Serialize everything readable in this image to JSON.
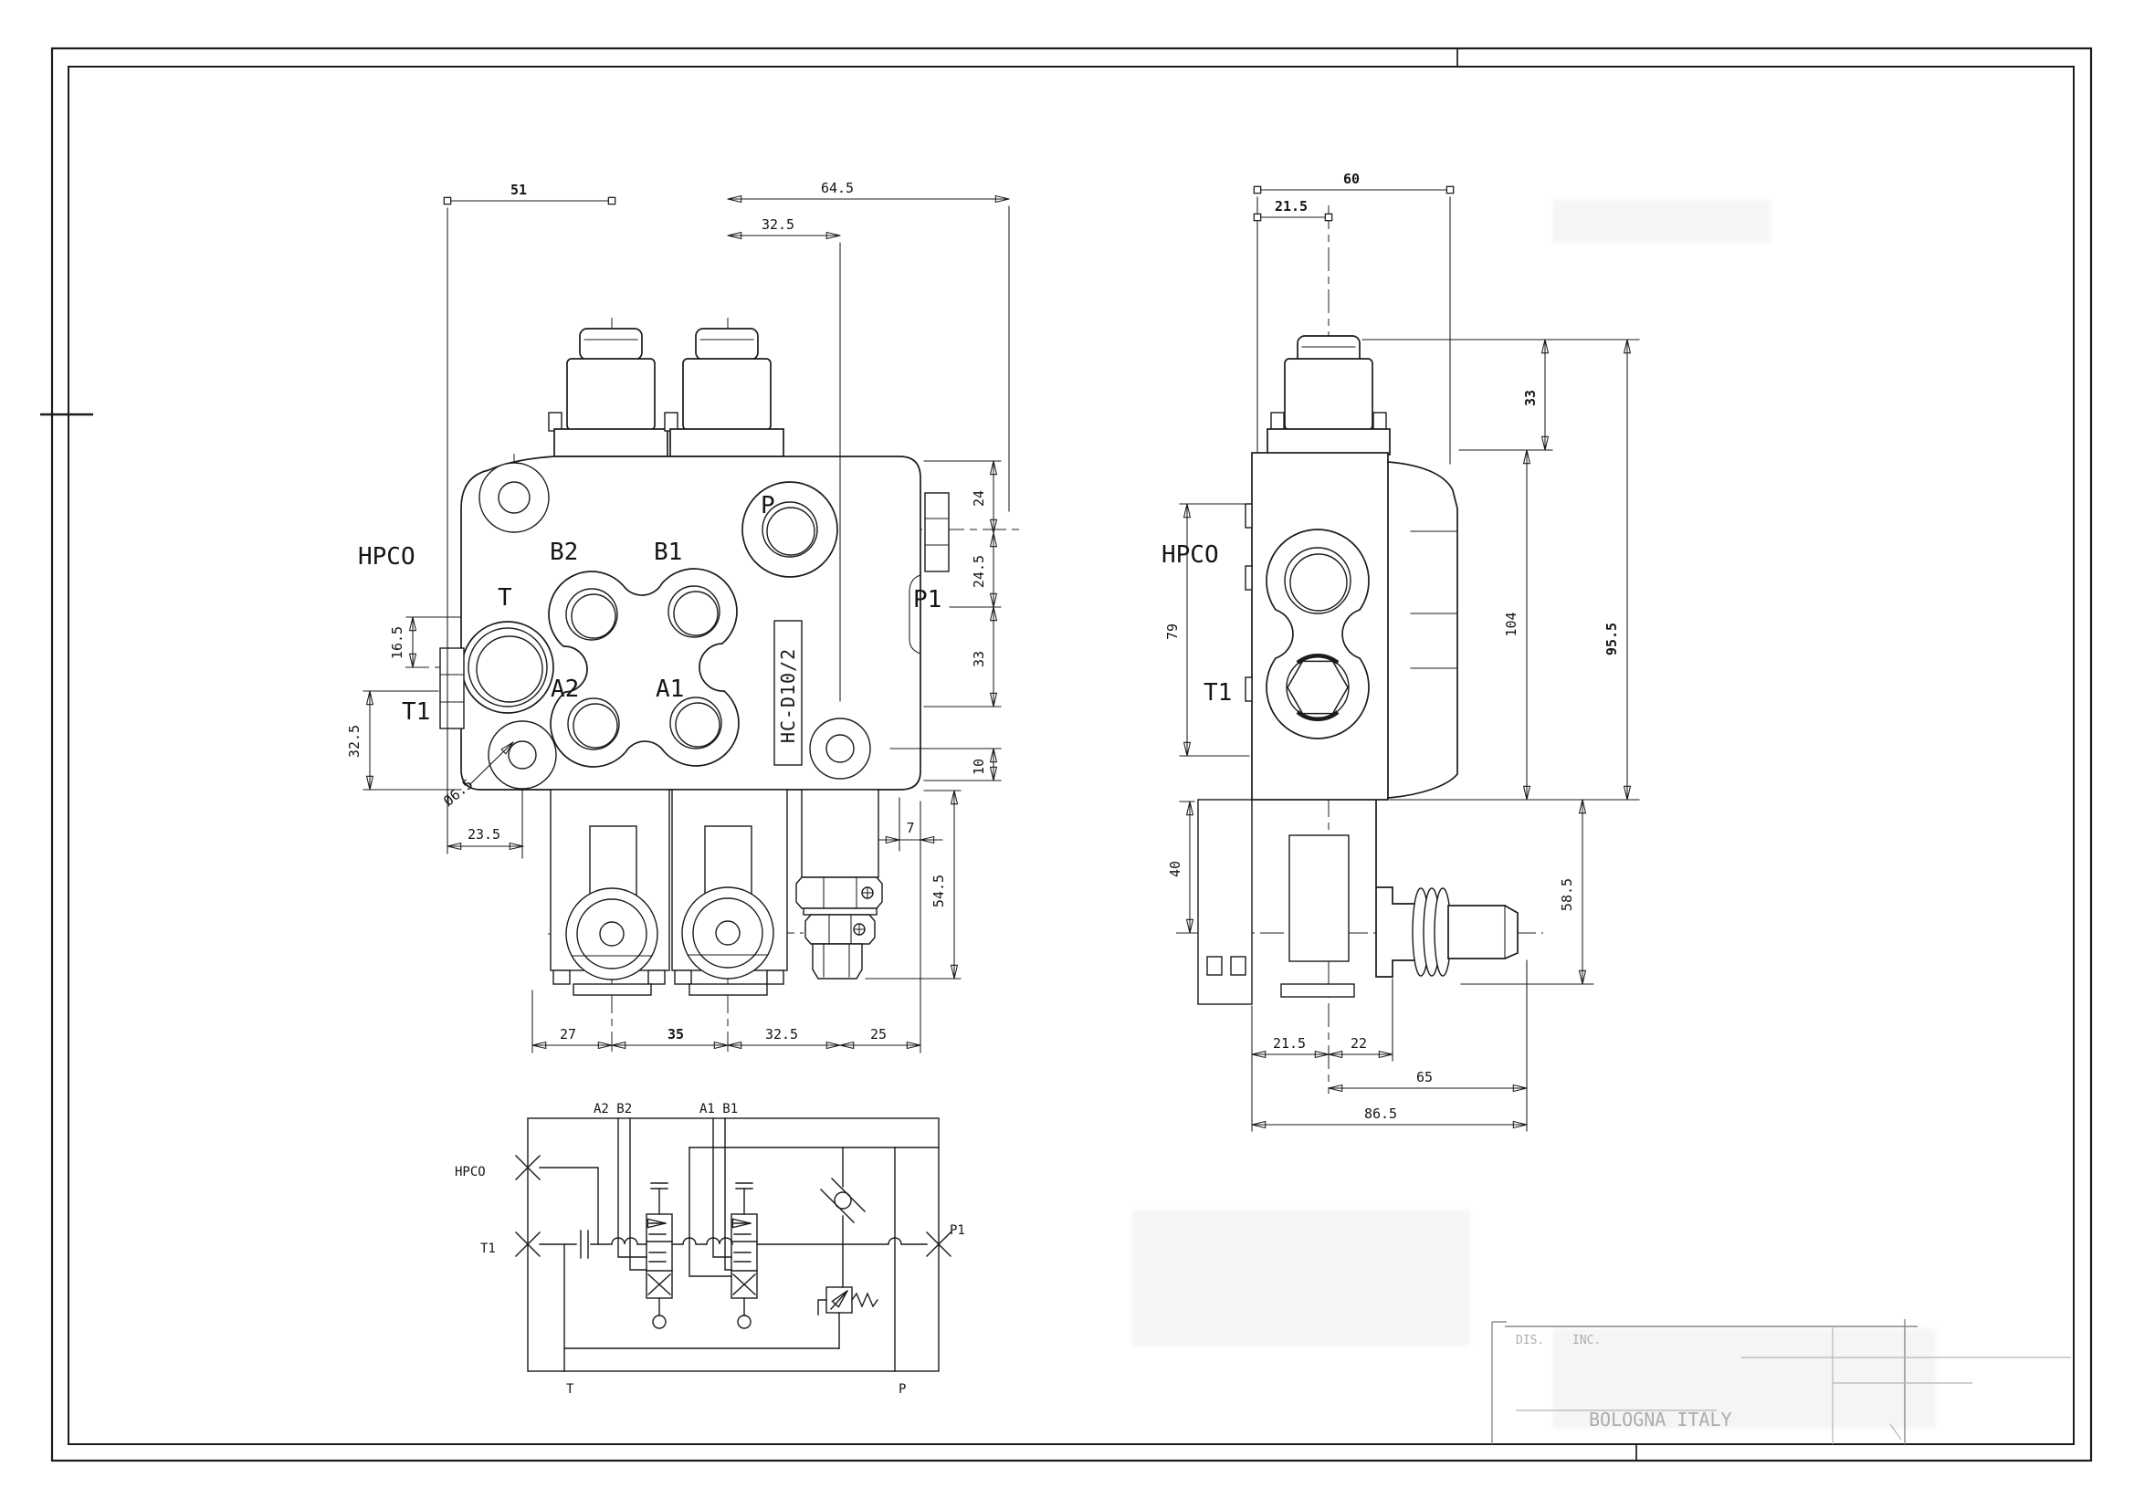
{
  "front_view": {
    "labels": {
      "hpco": "HPCO",
      "t": "T",
      "t1": "T1",
      "b2": "B2",
      "b1": "B1",
      "a2": "A2",
      "a1": "A1",
      "p": "P",
      "p1": "P1"
    },
    "model_code": "HC-D10/2",
    "dims": {
      "d51": "51",
      "d64_5": "64.5",
      "d32_5_top": "32.5",
      "d24": "24",
      "d24_5": "24.5",
      "d33": "33",
      "d10": "10",
      "d16_5": "16.5",
      "d32_5_left": "32.5",
      "d23_5": "23.5",
      "dia6_5": "Ø6.5",
      "d27": "27",
      "d35": "35",
      "d32_5_bottom": "32.5",
      "d25": "25",
      "d7": "7",
      "d54_5": "54.5"
    }
  },
  "side_view": {
    "labels": {
      "hpco": "HPCO",
      "t1": "T1"
    },
    "dims": {
      "d60": "60",
      "d21_5_top": "21.5",
      "d33": "33",
      "d104": "104",
      "d95_5": "95.5",
      "d79": "79",
      "d40": "40",
      "d58_5": "58.5",
      "d21_5_bottom": "21.5",
      "d22": "22",
      "d65": "65",
      "d86_5": "86.5"
    }
  },
  "schematic": {
    "labels": {
      "a2b2": "A2 B2",
      "a1b1": "A1 B1",
      "hpco": "HPCO",
      "t1": "T1",
      "p1": "P1",
      "t": "T",
      "p": "P"
    }
  },
  "title_block": {
    "dis": "DIS.",
    "inc": "INC.",
    "city": "BOLOGNA  ITALY"
  }
}
